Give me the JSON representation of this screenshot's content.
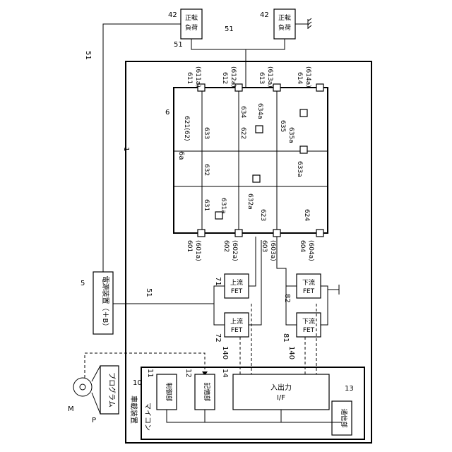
{
  "labels": {
    "vehicle_device": "車載装置",
    "microcomputer": "マイコン",
    "control_unit": "制御部",
    "storage_unit": "記憶部",
    "io_if_1": "入出力",
    "io_if_2": "I/F",
    "comm_unit": "通信部",
    "power_supply": "電源装置（＋B）",
    "program": "プログラム",
    "upstream_fet_1": "上流",
    "upstream_fet_2": "FET",
    "downstream_fet_1": "下流",
    "downstream_fet_2": "FET",
    "load_1": "正転",
    "load_2": "負荷"
  },
  "refs": {
    "r42a": "42",
    "r42b": "42",
    "r51a": "51",
    "r51b": "51",
    "r51c": "51",
    "r51d": "51",
    "r1": "1",
    "r6": "6",
    "r6a": "6a",
    "r5": "5",
    "r10": "10",
    "r11": "11",
    "r12": "12",
    "r13": "13",
    "r14": "14",
    "r140a": "140",
    "r140b": "140",
    "r71": "71",
    "r72": "72",
    "r81": "81",
    "r82": "82",
    "rM": "M",
    "rP": "P",
    "r611": "611",
    "r611a": "(611a)",
    "r612": "612",
    "r612a": "(612a)",
    "r613": "613",
    "r613a": "(613a)",
    "r614": "614",
    "r614a": "(614a)",
    "r601": "601",
    "r601a": "(601a)",
    "r602": "602",
    "r602a": "(602a)",
    "r603": "603",
    "r603a": "(603a)",
    "r604": "604",
    "r604a": "(604a)",
    "r621": "621(62)",
    "r633": "633",
    "r622": "622",
    "r634": "634",
    "r634a": "634a",
    "r635": "635",
    "r635a": "635a",
    "r632": "632",
    "r633a": "633a",
    "r631": "631",
    "r631a": "631a",
    "r632a": "632a",
    "r623": "623",
    "r624": "624"
  }
}
